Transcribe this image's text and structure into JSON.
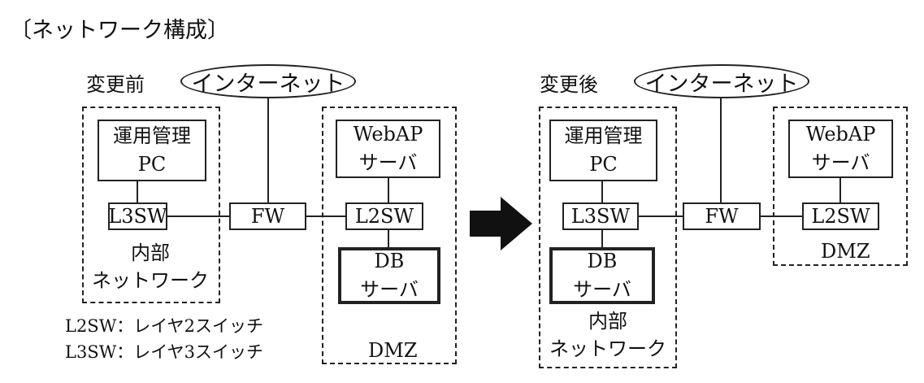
{
  "title": "〔ネットワーク構成〕",
  "before": {
    "label": "変更前",
    "internet": "インターネット",
    "ops_pc": [
      "運用管理",
      "PC"
    ],
    "l3sw": "L3SW",
    "fw": "FW",
    "webap": [
      "WebAP",
      "サーバ"
    ],
    "l2sw": "L2SW",
    "db": [
      "DB",
      "サーバ"
    ],
    "internal_label": [
      "内部",
      "ネットワーク"
    ],
    "dmz": "DMZ"
  },
  "after": {
    "label": "変更後",
    "internet": "インターネット",
    "ops_pc": [
      "運用管理",
      "PC"
    ],
    "l3sw": "L3SW",
    "fw": "FW",
    "webap": [
      "WebAP",
      "サーバ"
    ],
    "l2sw": "L2SW",
    "db": [
      "DB",
      "サーバ"
    ],
    "internal_label": [
      "内部",
      "ネットワーク"
    ],
    "dmz": "DMZ"
  },
  "legend": [
    "L2SW：レイヤ2スイッチ",
    "L3SW：レイヤ3スイッチ"
  ]
}
